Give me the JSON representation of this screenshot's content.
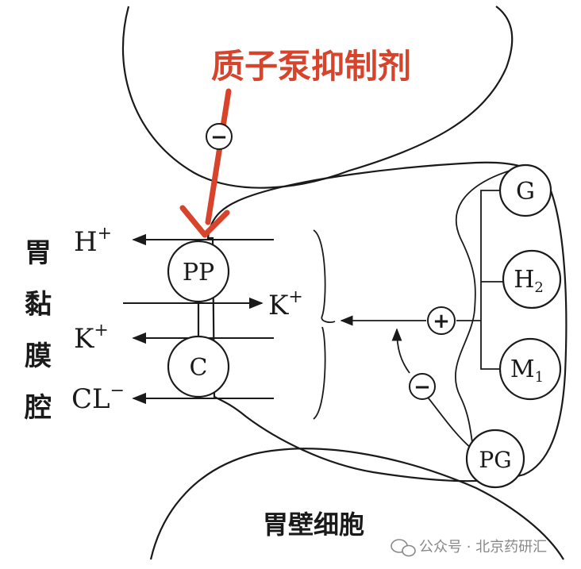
{
  "title": "质子泵抑制剂",
  "lumen_label": [
    "胃",
    "黏",
    "膜",
    "腔"
  ],
  "cell_label": "胃壁细胞",
  "ions": {
    "h_out": {
      "base": "H",
      "sup": "+"
    },
    "k_in": {
      "base": "K",
      "sup": "+"
    },
    "k_out": {
      "base": "K",
      "sup": "+"
    },
    "cl_out": {
      "base": "CL",
      "sup": "−"
    }
  },
  "pumps": {
    "pp": "PP",
    "c": "C"
  },
  "receptors": {
    "g": {
      "base": "G",
      "sub": ""
    },
    "h2": {
      "base": "H",
      "sub": "2"
    },
    "m1": {
      "base": "M",
      "sub": "1"
    },
    "pg": {
      "base": "PG",
      "sub": ""
    }
  },
  "signs": {
    "inhibit": "−",
    "stimulate": "+"
  },
  "watermark": "公众号 · 北京药研汇",
  "colors": {
    "accent": "#d8432b",
    "ink": "#1a1a1a",
    "watermark": "#888888"
  }
}
